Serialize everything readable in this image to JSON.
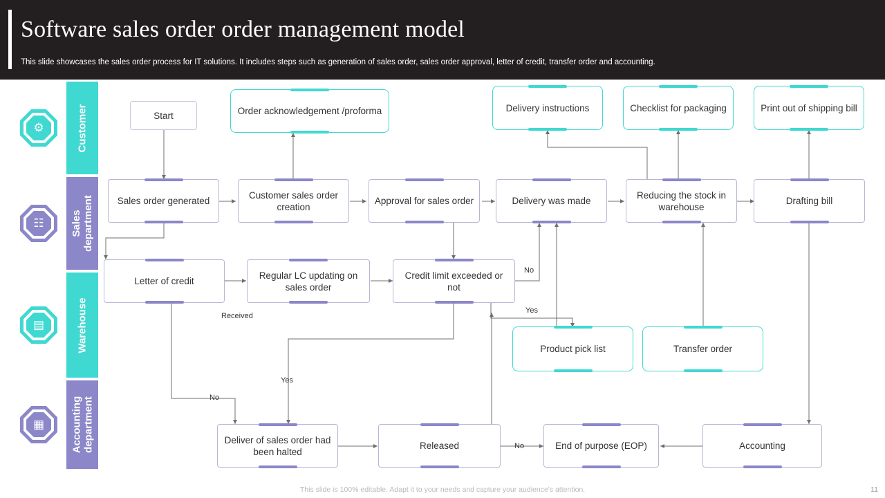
{
  "header": {
    "title": "Software sales order order management model",
    "subtitle": "This slide showcases the sales order process for IT solutions. It includes steps such as generation of sales order, sales order approval, letter of credit, transfer order and accounting."
  },
  "lanes": [
    {
      "label": "Customer",
      "color": "#3fd9d2",
      "icon": "customer-icon",
      "glyph": "⚙"
    },
    {
      "label": "Sales\ndepartment",
      "color": "#8b87c8",
      "icon": "sales-department-icon",
      "glyph": "☷"
    },
    {
      "label": "Warehouse",
      "color": "#3fd9d2",
      "icon": "warehouse-icon",
      "glyph": "▤"
    },
    {
      "label": "Accounting\ndepartment",
      "color": "#8b87c8",
      "icon": "accounting-department-icon",
      "glyph": "▦"
    }
  ],
  "nodes": {
    "start": "Start",
    "order_ack": "Order acknowledgement  /proforma",
    "delivery_instructions": "Delivery instructions",
    "checklist_packaging": "Checklist for packaging",
    "print_shipping_bill": "Print out of shipping bill",
    "sales_order_generated": "Sales order generated",
    "customer_sales_order_creation": "Customer sales order creation",
    "approval_sales_order": "Approval for sales order",
    "delivery_was_made": "Delivery was made",
    "reducing_stock": "Reducing the stock in warehouse",
    "drafting_bill": "Drafting bill",
    "letter_of_credit": "Letter of credit",
    "regular_lc_updating": "Regular LC updating on sales order",
    "credit_limit": "Credit limit exceeded or not",
    "product_pick_list": "Product pick list",
    "transfer_order": "Transfer order",
    "deliver_halted": "Deliver of sales order had been halted",
    "released": "Released",
    "end_of_purpose": "End of purpose (EOP)",
    "accounting": "Accounting"
  },
  "edge_labels": {
    "received": "Received",
    "no_credit": "No",
    "yes_credit": "Yes",
    "yes_lc": "Yes",
    "no_lc": "No",
    "no_released": "No"
  },
  "footer": {
    "note": "This slide is 100% editable. Adapt it to your needs and capture your audience's attention.",
    "page": "11"
  }
}
